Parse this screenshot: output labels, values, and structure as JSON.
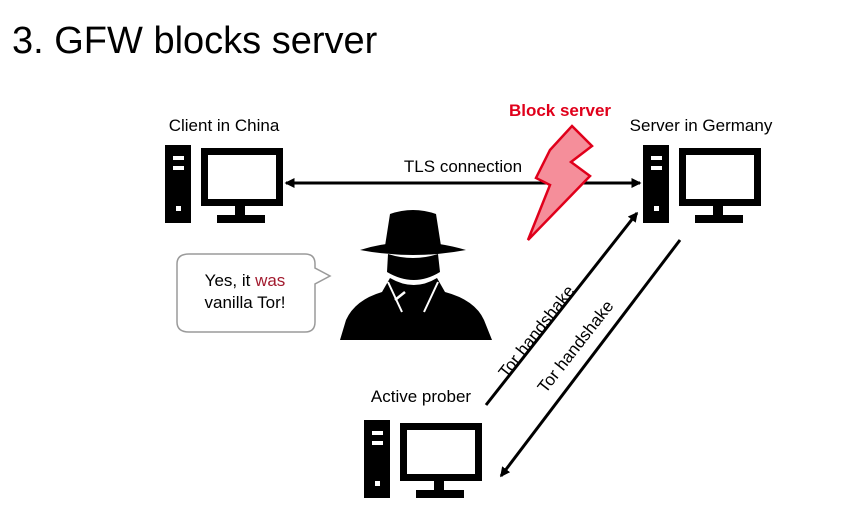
{
  "slide": {
    "title": "3. GFW blocks server"
  },
  "nodes": {
    "client": {
      "label": "Client in China",
      "icon": "desktop-computer-icon"
    },
    "server": {
      "label": "Server in Germany",
      "icon": "desktop-computer-icon"
    },
    "prober": {
      "label": "Active prober",
      "icon": "desktop-computer-icon"
    },
    "censor": {
      "icon": "spy-agent-icon"
    }
  },
  "edges": {
    "tls": {
      "label": "TLS connection"
    },
    "probe_to_server": {
      "label": "Tor handshake"
    },
    "server_to_probe": {
      "label": "Tor handshake"
    }
  },
  "block": {
    "label": "Block server",
    "icon": "lightning-bolt-icon",
    "color": "#e0001b",
    "fill": "#f58e9a"
  },
  "speech": {
    "text_before": "Yes, it ",
    "text_highlight": "was",
    "text_line2": "vanilla Tor!",
    "highlight_color": "#a21a2e"
  }
}
